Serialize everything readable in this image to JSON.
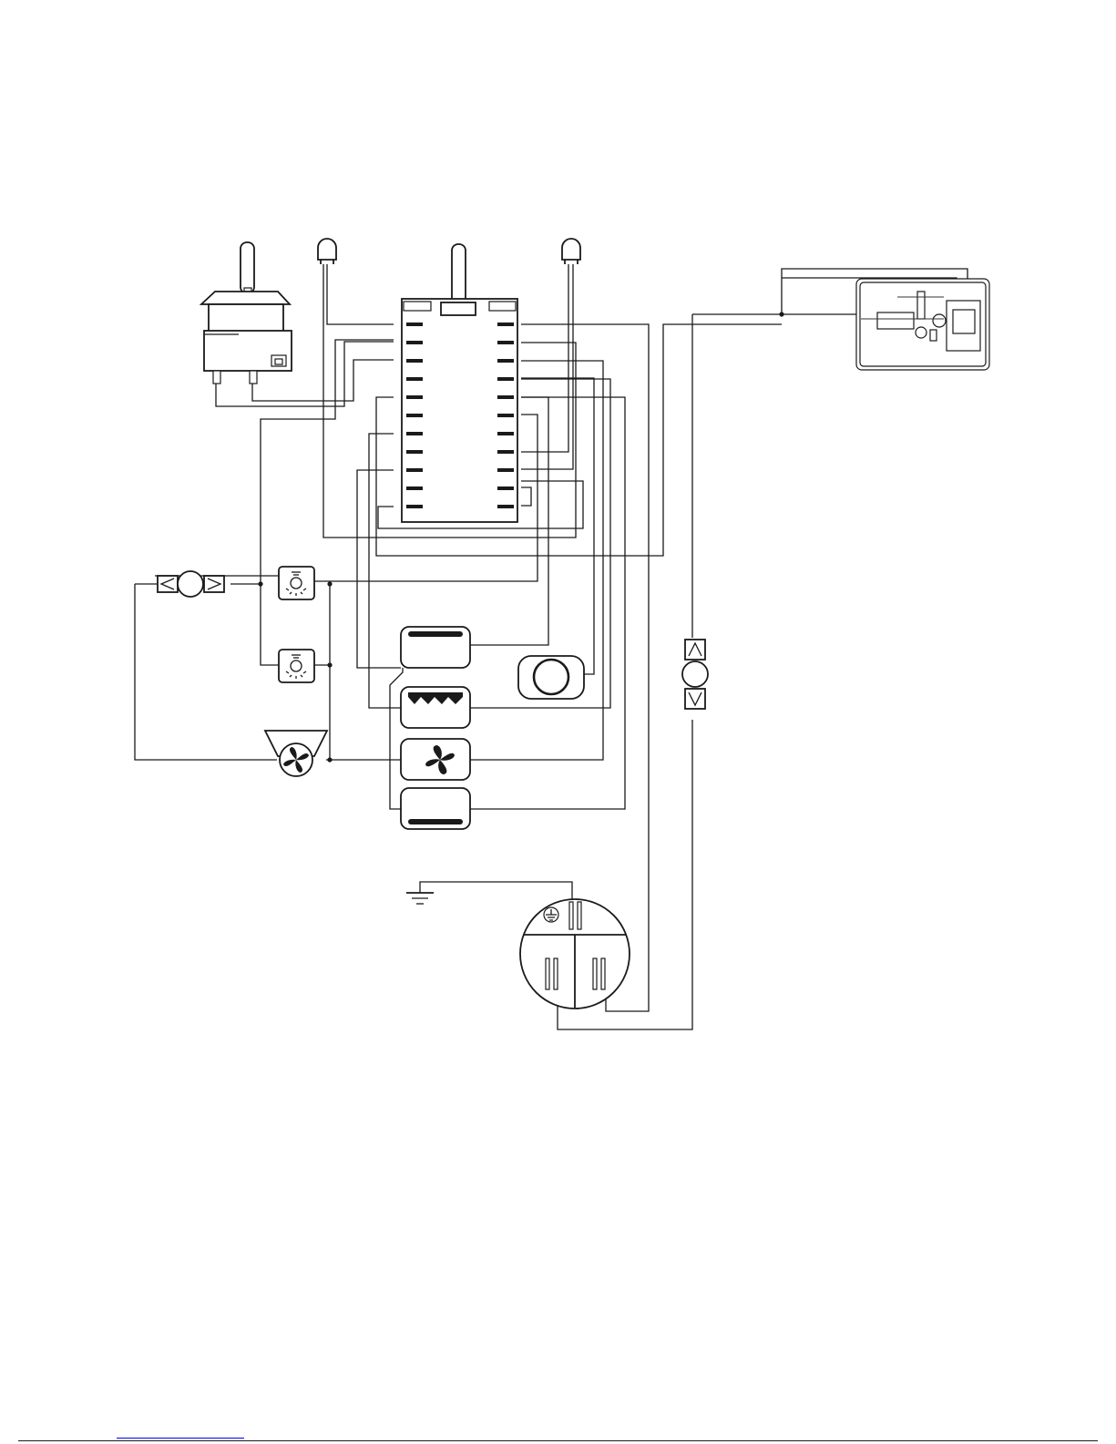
{
  "diagram": {
    "type": "wiring-diagram",
    "components": [
      {
        "name": "selector-switch",
        "icon": "rotary-switch-icon"
      },
      {
        "name": "thermostat",
        "icon": "thermostat-icon"
      },
      {
        "name": "indicator-lamp-left",
        "icon": "neon-lamp-icon"
      },
      {
        "name": "indicator-lamp-right",
        "icon": "neon-lamp-icon"
      },
      {
        "name": "electronic-timer",
        "icon": "timer-module-icon"
      },
      {
        "name": "turnspit-motor",
        "icon": "motor-icon"
      },
      {
        "name": "oven-light-upper",
        "icon": "lamp-icon"
      },
      {
        "name": "oven-light-lower",
        "icon": "lamp-icon"
      },
      {
        "name": "cooling-fan",
        "icon": "fan-icon"
      },
      {
        "name": "top-heater",
        "icon": "heating-element-icon"
      },
      {
        "name": "grill-heater",
        "icon": "grill-element-icon"
      },
      {
        "name": "fan-motor",
        "icon": "fan-icon"
      },
      {
        "name": "bottom-heater",
        "icon": "heating-element-icon"
      },
      {
        "name": "circular-motor",
        "icon": "circle-motor-icon"
      },
      {
        "name": "terminal-block",
        "icon": "terminal-block-icon"
      },
      {
        "name": "earth",
        "icon": "ground-icon"
      },
      {
        "name": "door-lock-motor",
        "icon": "motor-icon"
      }
    ]
  },
  "colors": {
    "ink": "#1a1a1a",
    "link": "#0000ee",
    "background": "#ffffff"
  }
}
